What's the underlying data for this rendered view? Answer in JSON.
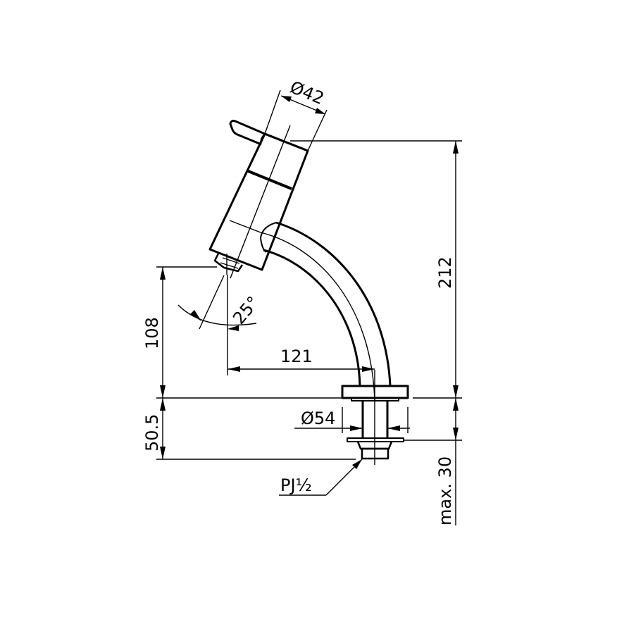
{
  "drawing": {
    "title": "Pillar tap side elevation dimension drawing",
    "line_color": "#000000",
    "background_color": "#ffffff",
    "dimensions": {
      "handle_diameter": "Ø42",
      "total_height": "212",
      "spout_height": "108",
      "below_deck": "50.5",
      "spout_reach": "121",
      "spout_angle": "25°",
      "flange_diameter": "Ø54",
      "connection_thread": "PJ½",
      "max_deck_thickness": "max. 30"
    }
  }
}
